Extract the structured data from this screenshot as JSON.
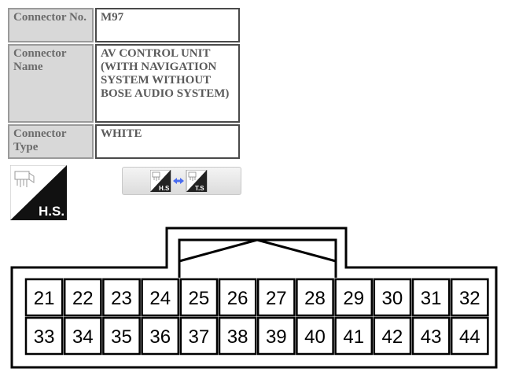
{
  "connector": {
    "no_label": "Connector No.",
    "no_value": "M97",
    "name_label": "Connector Name",
    "name_value": "AV CONTROL UNIT (WITH NAVIGATION SYSTEM WITHOUT BOSE AUDIO SYSTEM)",
    "type_label": "Connector Type",
    "type_value": "WHITE"
  },
  "badge": {
    "text": "H.S.",
    "icon": "harness-side-icon"
  },
  "toggle": {
    "left_text": "H.S",
    "right_text": "T.S",
    "icon": "switch-view-icon",
    "arrow_color": "#4a6cf0"
  },
  "pins": {
    "top_row": [
      "21",
      "22",
      "23",
      "24",
      "25",
      "26",
      "27",
      "28",
      "29",
      "30",
      "31",
      "32"
    ],
    "bottom_row": [
      "33",
      "34",
      "35",
      "36",
      "37",
      "38",
      "39",
      "40",
      "41",
      "42",
      "43",
      "44"
    ]
  }
}
